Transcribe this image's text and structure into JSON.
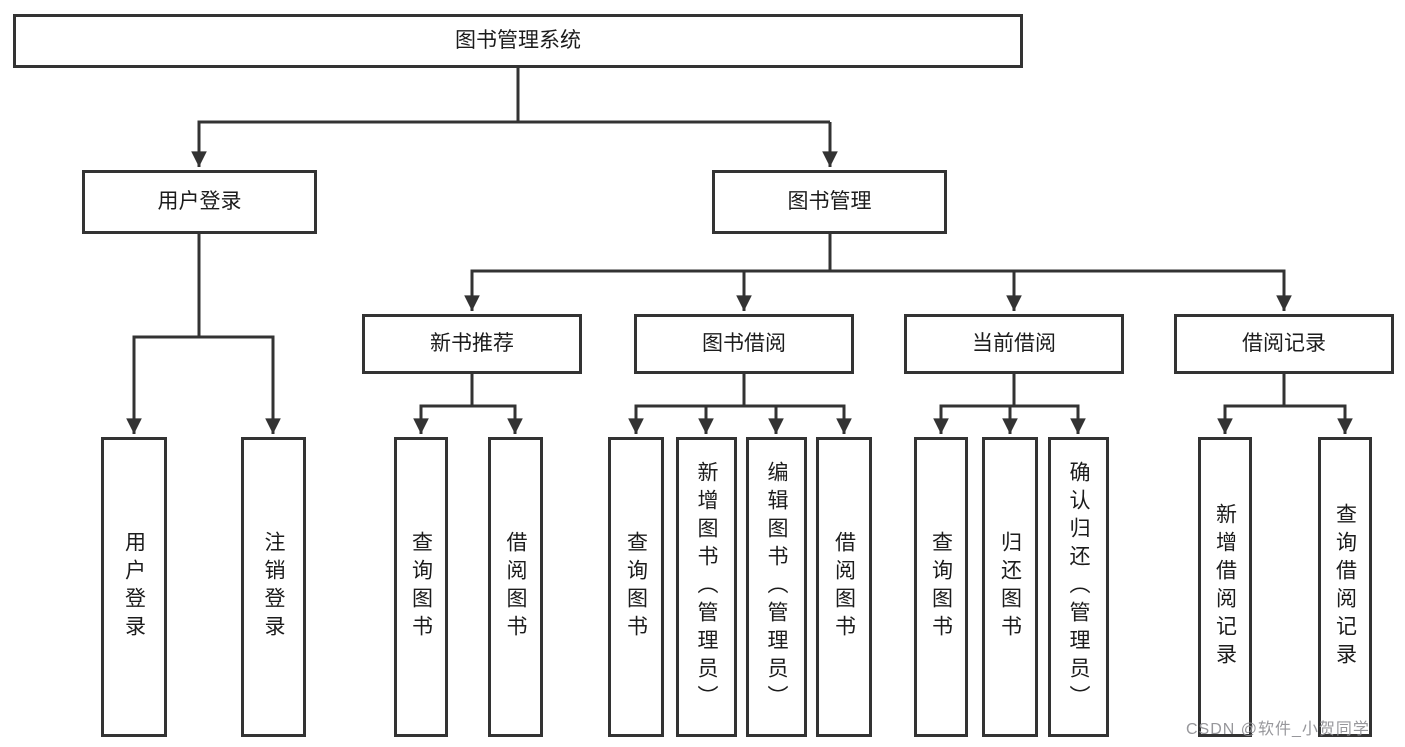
{
  "title": "图书管理系统",
  "watermark": "CSDN @软件_小贺同学",
  "colors": {
    "line": "#333333",
    "box_border": "#333333",
    "box_fill": "#ffffff",
    "text": "#1c1c1c",
    "watermark": "#919196",
    "background": "#ffffff"
  },
  "tree": {
    "root": {
      "label": "图书管理系统"
    },
    "children": [
      {
        "label": "用户登录",
        "children": [
          {
            "label": "用户登录"
          },
          {
            "label": "注销登录"
          }
        ]
      },
      {
        "label": "图书管理",
        "children": [
          {
            "label": "新书推荐",
            "children": [
              {
                "label": "查询图书"
              },
              {
                "label": "借阅图书"
              }
            ]
          },
          {
            "label": "图书借阅",
            "children": [
              {
                "label": "查询图书"
              },
              {
                "label": "新增图书（管理员）"
              },
              {
                "label": "编辑图书（管理员）"
              },
              {
                "label": "借阅图书"
              }
            ]
          },
          {
            "label": "当前借阅",
            "children": [
              {
                "label": "查询图书"
              },
              {
                "label": "归还图书"
              },
              {
                "label": "确认归还（管理员）"
              }
            ]
          },
          {
            "label": "借阅记录",
            "children": [
              {
                "label": "新增借阅记录"
              },
              {
                "label": "查询借阅记录"
              }
            ]
          }
        ]
      }
    ]
  }
}
